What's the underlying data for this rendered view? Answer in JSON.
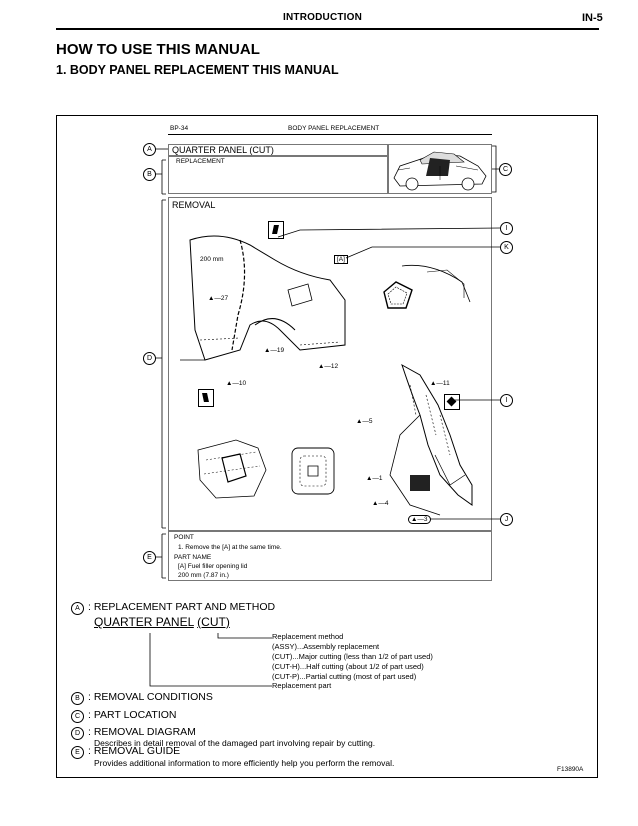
{
  "header": {
    "section": "INTRODUCTION",
    "page": "IN-5"
  },
  "title": "HOW TO USE THIS MANUAL",
  "subtitle": "1.   BODY PANEL REPLACEMENT THIS MANUAL",
  "sample_page": {
    "page_ref": "BP-34",
    "section_title": "BODY PANEL REPLACEMENT",
    "part_title": "QUARTER PANEL (CUT)",
    "replacement": "REPLACEMENT",
    "removal": "REMOVAL",
    "measure": "200 mm",
    "part_callout": "[A]",
    "callouts": {
      "n27": "▲—27",
      "n19": "▲—19",
      "n12": "▲—12",
      "n10": "▲—10",
      "n11": "▲—11",
      "n5": "▲—5",
      "n1": "▲—1",
      "n4": "▲—4",
      "n3": "▲—3"
    },
    "point_label": "POINT",
    "point_text": "1.  Remove the [A] at the same time.",
    "part_name_label": "PART NAME",
    "part_name_text": "[A] Fuel filler opening lid",
    "part_name_measure": "200 mm (7.87 in.)"
  },
  "markers": {
    "A": "A",
    "B": "B",
    "C": "C",
    "D": "D",
    "E": "E",
    "I": "I",
    "J": "J",
    "K": "K"
  },
  "legend": {
    "a_label": ": REPLACEMENT PART AND METHOD",
    "example_part": "QUARTER PANEL",
    "example_method": "(CUT)",
    "method_lines": [
      "Replacement method",
      "(ASSY)...Assembly replacement",
      "(CUT)...Major cutting (less than 1/2 of part used)",
      "(CUT-H)...Half cutting (about 1/2 of part used)",
      "(CUT-P)...Partial cutting  (most of part used)"
    ],
    "replacement_part": "Replacement part",
    "b_label": ": REMOVAL CONDITIONS",
    "c_label": ": PART LOCATION",
    "d_label": ": REMOVAL DIAGRAM",
    "d_desc": "Describes in detail removal of the damaged part involving repair by cutting.",
    "e_label": ": REMOVAL GUIDE",
    "e_desc": "Provides additional information to more efficiently help you perform the removal."
  },
  "figure_code": "F13890A"
}
